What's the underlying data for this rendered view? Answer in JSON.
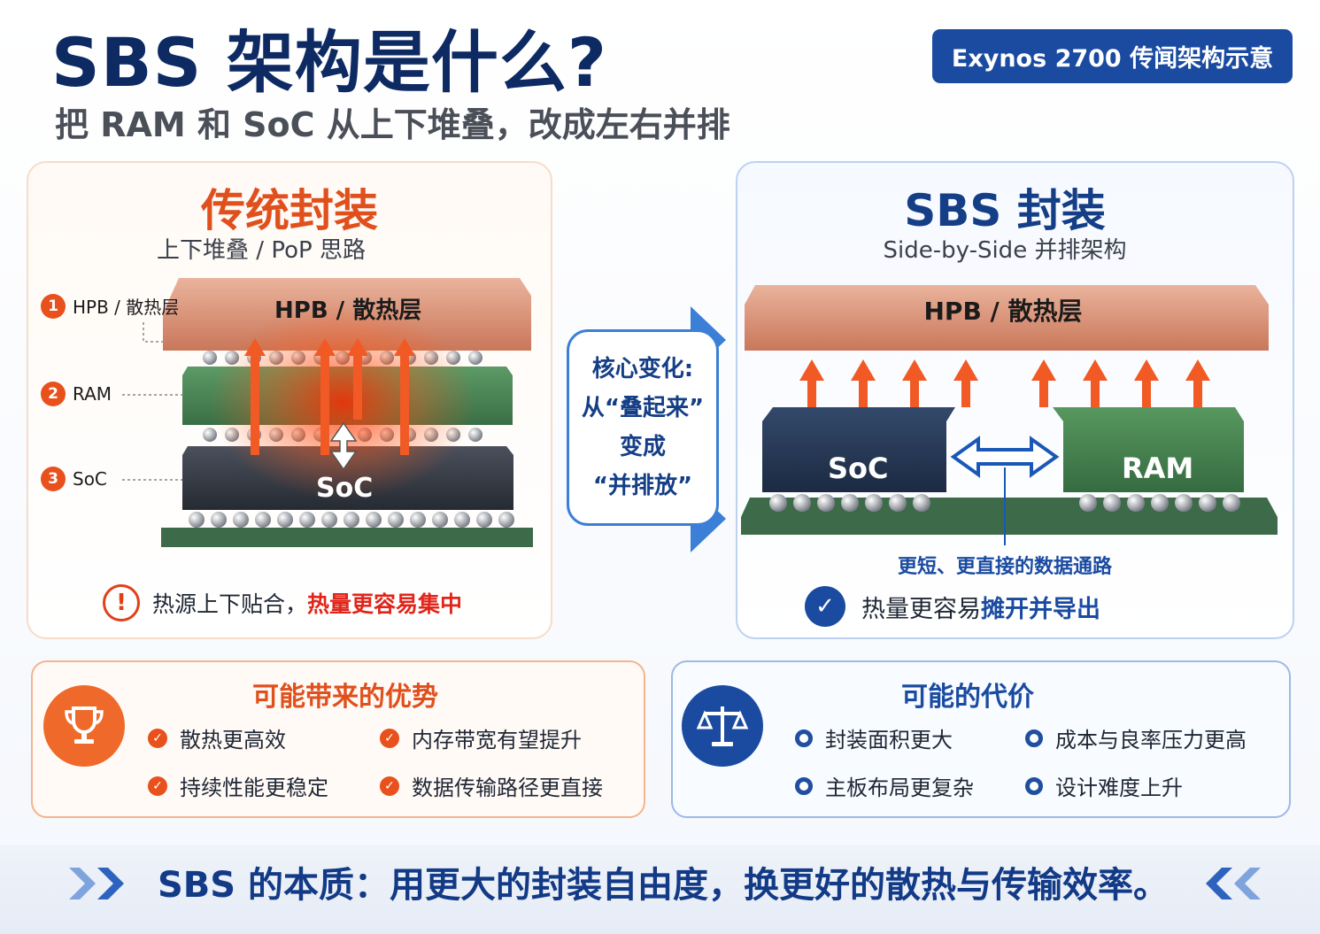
{
  "header": {
    "title": "SBS 架构是什么?",
    "subtitle": "把 RAM 和 SoC 从上下堆叠，改成左右并排",
    "badge": "Exynos 2700 传闻架构示意"
  },
  "traditional": {
    "title": "传统封装",
    "subtitle": "上下堆叠 / PoP 思路",
    "layers": [
      {
        "num": "1",
        "label": "HPB / 散热层"
      },
      {
        "num": "2",
        "label": "RAM"
      },
      {
        "num": "3",
        "label": "SoC"
      }
    ],
    "hpb_label": "HPB / 散热层",
    "soc_label": "SoC",
    "note_prefix": "热源上下贴合，",
    "note_highlight": "热量更容易集中"
  },
  "callout": {
    "line1": "核心变化:",
    "line2": "从“叠起来”",
    "line3": "变成",
    "line4": "“并排放”"
  },
  "sbs": {
    "title": "SBS 封装",
    "subtitle": "Side-by-Side 并排架构",
    "hpb_label": "HPB / 散热层",
    "soc_label": "SoC",
    "ram_label": "RAM",
    "path_label": "更短、更直接的数据通路",
    "note_prefix": "热量更容易",
    "note_highlight": "摊开并导出"
  },
  "advantages": {
    "title": "可能带来的优势",
    "items": [
      "散热更高效",
      "内存带宽有望提升",
      "持续性能更稳定",
      "数据传输路径更直接"
    ]
  },
  "costs": {
    "title": "可能的代价",
    "items": [
      "封装面积更大",
      "成本与良率压力更高",
      "主板布局更复杂",
      "设计难度上升"
    ]
  },
  "banner": {
    "text": "SBS 的本质：用更大的封装自由度，换更好的散热与传输效率。"
  },
  "colors": {
    "navy": "#0d2a63",
    "orange": "#e8501c",
    "blue": "#1a4ba1",
    "copper": "#d9957a",
    "ram_green": "#3f7b4c",
    "soc_dark": "#2e3440"
  }
}
